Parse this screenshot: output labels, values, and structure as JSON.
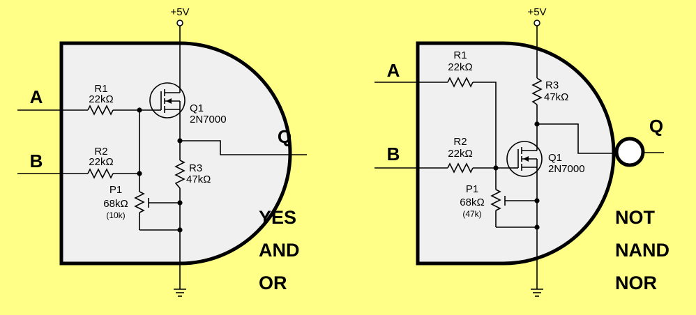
{
  "supply_label": "+5V",
  "left_gate": {
    "input_a": "A",
    "input_b": "B",
    "output": "Q",
    "r1": {
      "name": "R1",
      "value": "22kΩ"
    },
    "r2": {
      "name": "R2",
      "value": "22kΩ"
    },
    "r3": {
      "name": "R3",
      "value": "47kΩ"
    },
    "p1": {
      "name": "P1",
      "value": "68kΩ",
      "setting": "(10k)"
    },
    "q1": {
      "name": "Q1",
      "part": "2N7000"
    },
    "functions": [
      "YES",
      "AND",
      "OR"
    ]
  },
  "right_gate": {
    "input_a": "A",
    "input_b": "B",
    "output": "Q",
    "r1": {
      "name": "R1",
      "value": "22kΩ"
    },
    "r2": {
      "name": "R2",
      "value": "22kΩ"
    },
    "r3": {
      "name": "R3",
      "value": "47kΩ"
    },
    "p1": {
      "name": "P1",
      "value": "68kΩ",
      "setting": "(47k)"
    },
    "q1": {
      "name": "Q1",
      "part": "2N7000"
    },
    "functions": [
      "NOT",
      "NAND",
      "NOR"
    ]
  }
}
